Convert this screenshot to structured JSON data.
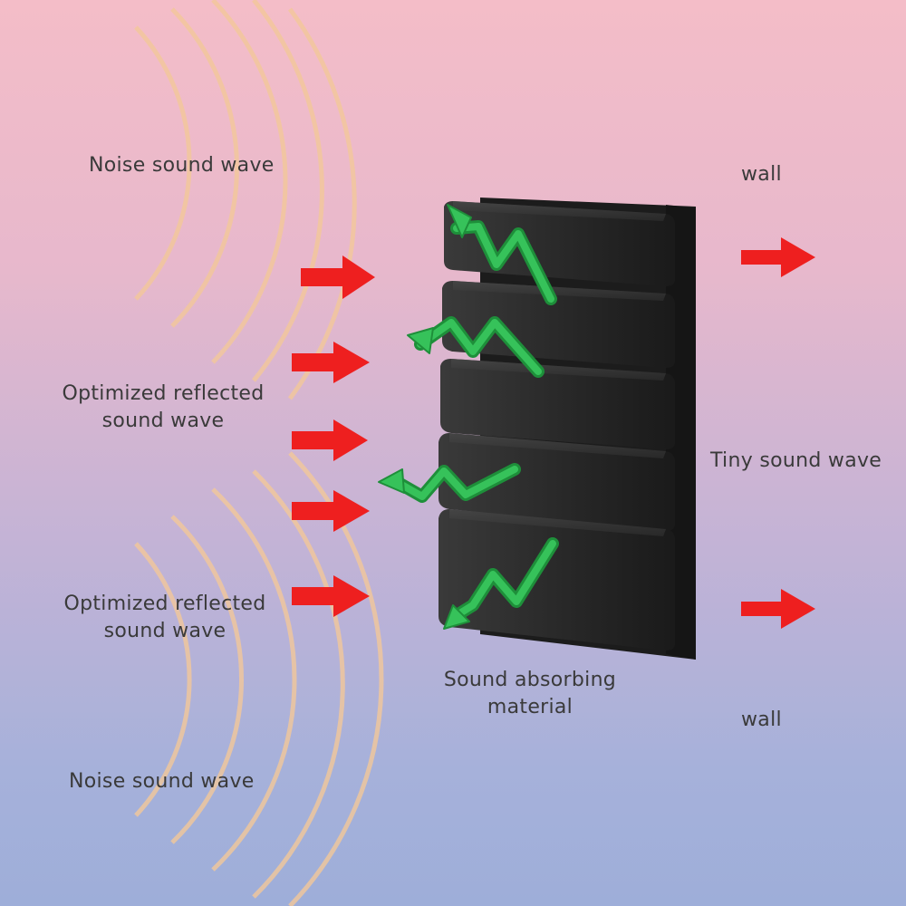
{
  "labels": {
    "noise_top": "Noise sound wave",
    "reflected_1_line1": "Optimized reflected",
    "reflected_1_line2": "sound wave",
    "reflected_2_line1": "Optimized reflected",
    "reflected_2_line2": "sound wave",
    "noise_bottom": "Noise sound wave",
    "wall_top": "wall",
    "tiny": "Tiny sound wave",
    "wall_bottom": "wall",
    "material_line1": "Sound absorbing",
    "material_line2": "material"
  },
  "colors": {
    "background_top": "#f4bdc8",
    "background_bottom": "#9eaed9",
    "wave_arc": "#f3c89a",
    "incoming_arrow": "#ee1f1f",
    "reflected_arrow": "#2fb54d",
    "foam": "#2a2a2a",
    "text": "#3a3a3a"
  },
  "icons": {
    "incoming": "red-arrow-right-icon",
    "reflected": "green-zigzag-arrow-icon"
  }
}
